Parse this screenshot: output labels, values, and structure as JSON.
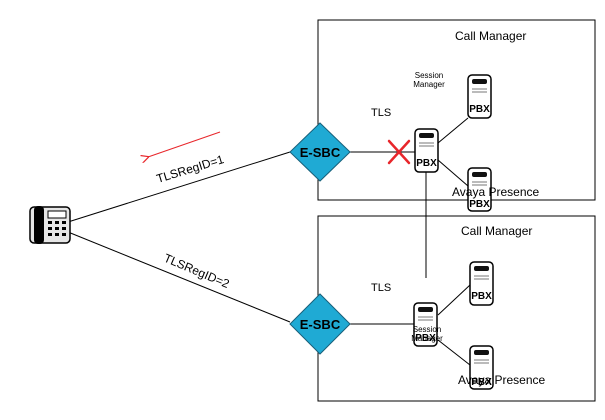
{
  "top_domain": {
    "title": "Call Manager",
    "session_manager_label": [
      "Session",
      "Manager"
    ],
    "tls_label": "TLS",
    "presence_label": "Avaya Presence"
  },
  "bottom_domain": {
    "title": "Call Manager",
    "session_manager_label": [
      "Session",
      "Manager"
    ],
    "tls_label": "TLS",
    "presence_label": "Avaya Presence"
  },
  "esbc_label": "E-SBC",
  "pbx_label": "PBX",
  "links": {
    "top_registration": "TLSRegID=1",
    "bottom_registration": "TLSRegID=2"
  },
  "colors": {
    "esbc_fill": "#1faad4",
    "failure_mark": "#e8262b",
    "failover_arrow": "#e8262b"
  },
  "icons": {
    "phone": "desk-phone-icon",
    "pbx": "pbx-server-icon",
    "failure": "red-x-icon"
  }
}
